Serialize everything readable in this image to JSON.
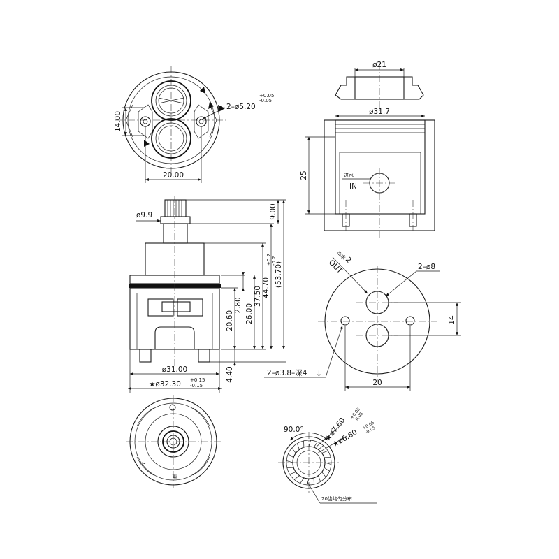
{
  "top_view": {
    "dim_width": "20.00",
    "dim_height": "14.00",
    "hole_callout": "2–ø5.20",
    "hole_tol_plus": "+0.05",
    "hole_tol_minus": "-0.05"
  },
  "side_view": {
    "stem_dia": "ø9.9",
    "dim_9": "9.00",
    "dim_53_70": "(53.70)",
    "dim_44_70": "44.70",
    "dim_44_tol_plus": "+0.2",
    "dim_44_tol_minus": "-0.2",
    "dim_37_50": "37.50",
    "dim_26": "26.00",
    "dim_20_60": "20.60",
    "dim_2_80": "2.80",
    "dim_4_40": "4.40",
    "body_dia": "ø31.00",
    "oring_dia": "★ø32.30",
    "oring_tol_plus": "+0.15",
    "oring_tol_minus": "-0.15"
  },
  "base_section": {
    "top_dia": "ø21",
    "inner_dia": "ø31.7",
    "height": "25",
    "inlet_cn": "进水",
    "inlet_en": "IN"
  },
  "port_view": {
    "outlet_cn": "出水",
    "outlet_en": "OUT",
    "outlet_qty": "2",
    "ports": "2–ø8",
    "dim_14": "14",
    "dim_20": "20",
    "pins": "2–ø3.8–深4",
    "depth_symbol": "↓"
  },
  "bottom_view": {
    "mark": "悦"
  },
  "spline_view": {
    "angle": "90.0°",
    "outer_dia": "★ø7.60",
    "outer_tol_plus": "+0.05",
    "outer_tol_minus": "-0.05",
    "inner_dia": "★ø6.60",
    "inner_tol_plus": "+0.05",
    "inner_tol_minus": "-0.05",
    "teeth_note": "20齿均匀分布"
  }
}
